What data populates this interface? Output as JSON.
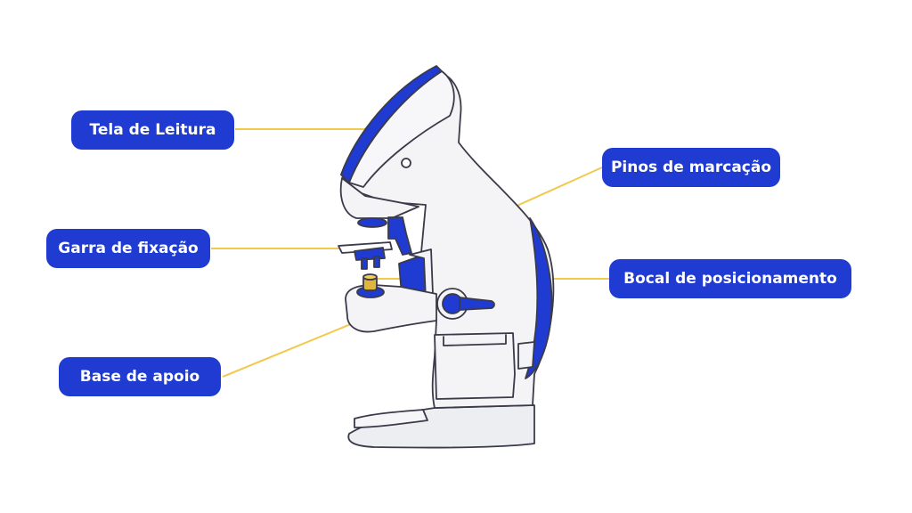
{
  "colors": {
    "label_bg": "#1f3bd1",
    "label_text": "#ffffff",
    "leader_line": "#f2c94c",
    "device_body": "#f4f4f6",
    "device_outline": "#3a3a4a",
    "device_accent": "#1f3bd1",
    "nozzle": "#e0b53c"
  },
  "labels": {
    "screen": "Tela de Leitura",
    "clamp": "Garra de fixação",
    "base": "Base de apoio",
    "pins": "Pinos de marcação",
    "nozzle": "Bocal de posicionamento"
  }
}
